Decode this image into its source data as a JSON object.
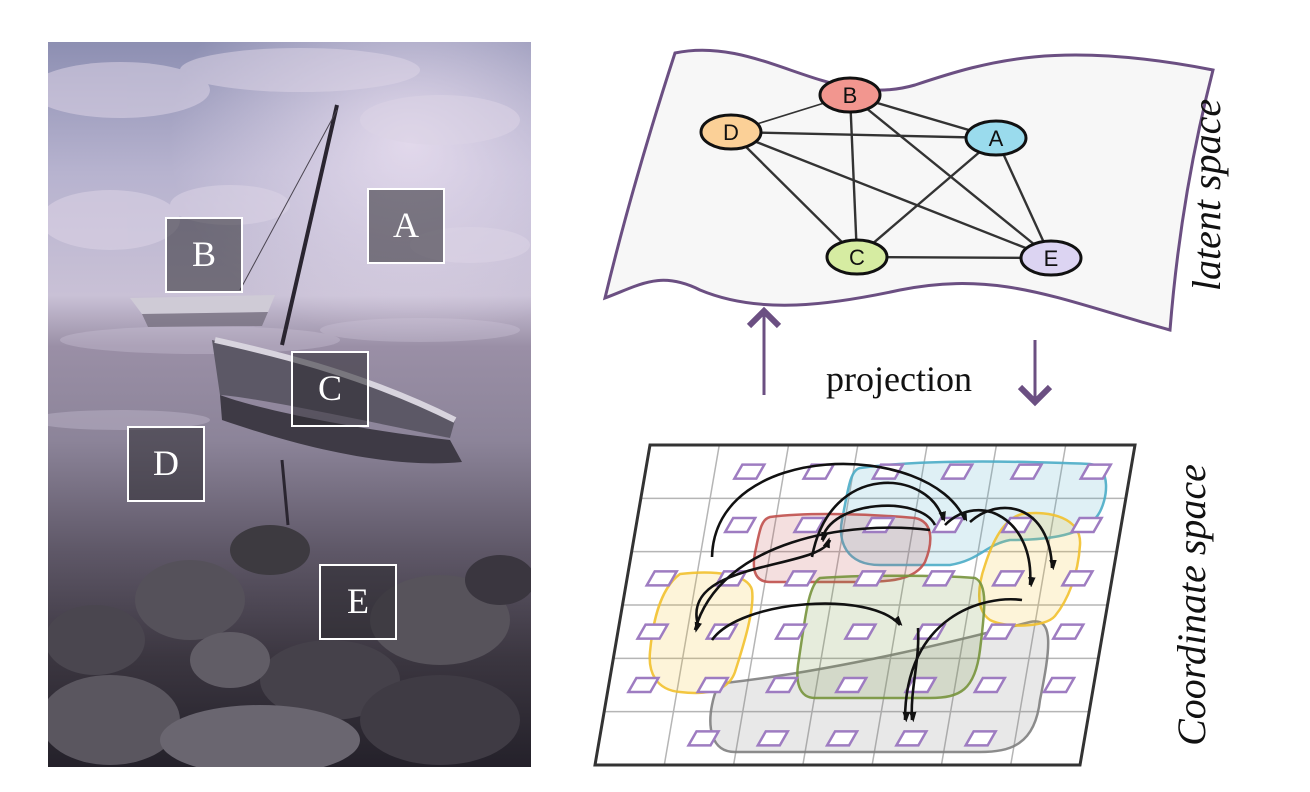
{
  "photo_panel": {
    "patch_labels": [
      "A",
      "B",
      "C",
      "D",
      "E"
    ]
  },
  "latent_space": {
    "label": "latent space",
    "nodes": [
      {
        "id": "B",
        "label": "B",
        "color": "#f2968f"
      },
      {
        "id": "D",
        "label": "D",
        "color": "#fbd097"
      },
      {
        "id": "A",
        "label": "A",
        "color": "#9adbed"
      },
      {
        "id": "C",
        "label": "C",
        "color": "#d6eca2"
      },
      {
        "id": "E",
        "label": "E",
        "color": "#dcd4f2"
      }
    ],
    "edges": [
      [
        "B",
        "D"
      ],
      [
        "B",
        "A"
      ],
      [
        "B",
        "C"
      ],
      [
        "B",
        "E"
      ],
      [
        "D",
        "A"
      ],
      [
        "D",
        "C"
      ],
      [
        "D",
        "E"
      ],
      [
        "A",
        "C"
      ],
      [
        "A",
        "E"
      ],
      [
        "C",
        "E"
      ]
    ]
  },
  "projection": {
    "label": "projection",
    "arrow_color": "#6b4f82"
  },
  "coordinate_space": {
    "label": "Coordinate space",
    "region_colors": {
      "red": "#c0504d",
      "blue": "#4bacc6",
      "yellow": "#f2c12e",
      "green": "#77933c",
      "gray": "#7f7f7f"
    },
    "marker_color": "#9e7cc1"
  }
}
